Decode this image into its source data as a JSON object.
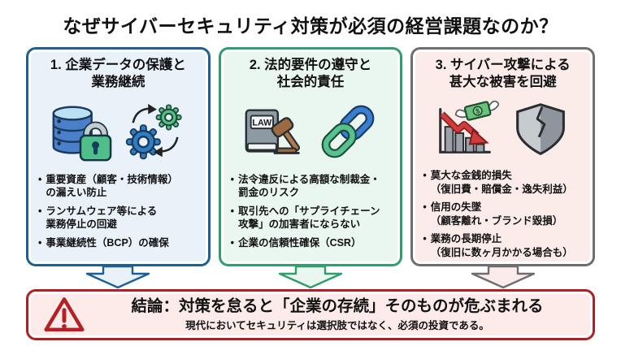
{
  "title": "なぜサイバーセキュリティ対策が必須の経営課題なのか？",
  "bullet_marker": "•",
  "columns": [
    {
      "heading": "1. 企業データの保護と\n業務継続",
      "icons": [
        "database-lock-icon",
        "sync-gears-icon"
      ],
      "bullets": [
        "重要資産（顧客・技術情報）\nの漏えい防止",
        "ランサムウェア等による\n業務停止の回避",
        "事業継続性（BCP）の確保"
      ]
    },
    {
      "heading": "2. 法的要件の遵守と\n社会的責任",
      "icons": [
        "law-gavel-icon",
        "chain-link-icon"
      ],
      "law_label": "LAW",
      "bullets": [
        "法令違反による高額な制裁金・\n罰金のリスク",
        "取引先への「サプライチェーン\n攻撃」の加害者にならない",
        "企業の信頼性確保（CSR）"
      ]
    },
    {
      "heading": "3. サイバー攻撃による\n甚大な被害を回避",
      "icons": [
        "loss-chart-icon",
        "broken-shield-icon"
      ],
      "money_symbol": "$",
      "bullets": [
        "莫大な金銭的損失\n（復旧費・賠償金・逸失利益）",
        "信用の失墜\n（顧客離れ・ブランド毀損）",
        "業務の長期停止\n（復旧に数ヶ月かかる場合も）"
      ]
    }
  ],
  "conclusion": {
    "icon": "warning-icon",
    "headline": "結論：対策を怠ると「企業の存続」そのものが危ぶまれる",
    "subline": "現代においてセキュリティは選択肢ではなく、必須の投資である。"
  },
  "colors": {
    "pillar1_accent": "#1e5f94",
    "pillar1_bg": "#e9f1f9",
    "pillar2_accent": "#2f9e6a",
    "pillar2_bg": "#eaf6f0",
    "pillar3_accent": "#6e6e6e",
    "pillar3_bg": "#fbecea",
    "conclusion_accent": "#b01f24",
    "conclusion_bg": "#fcebe9"
  }
}
